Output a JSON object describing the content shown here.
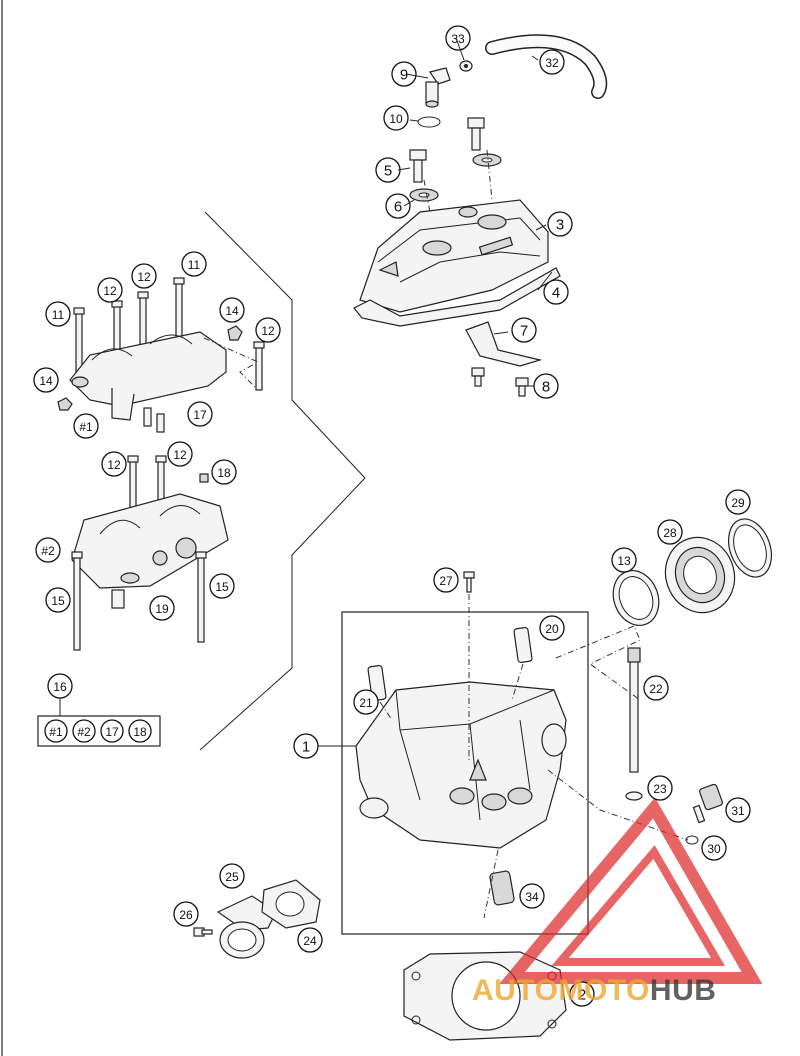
{
  "callouts": {
    "c1": "1",
    "c2": "2",
    "c3": "3",
    "c4": "4",
    "c5": "5",
    "c6": "6",
    "c7": "7",
    "c8": "8",
    "c9": "9",
    "c10": "10",
    "c11": "11",
    "c12": "12",
    "c13": "13",
    "c14": "14",
    "c15": "15",
    "c16": "16",
    "c17": "17",
    "c18": "18",
    "c19": "19",
    "c20": "20",
    "c21": "21",
    "c22": "22",
    "c23": "23",
    "c24": "24",
    "c25": "25",
    "c26": "26",
    "c27": "27",
    "c28": "28",
    "c29": "29",
    "c30": "30",
    "c31": "31",
    "c32": "32",
    "c33": "33",
    "c34": "34",
    "h1": "#1",
    "h2": "#2"
  },
  "kit_16": {
    "label": "16",
    "items": [
      "#1",
      "#2",
      "17",
      "18"
    ]
  },
  "watermark": {
    "brand_left": "AUTOMOTO",
    "brand_right": "HUB",
    "accent_color": "#e02a2a",
    "gold_color": "#f0a630",
    "dark_color": "#3a3a3a"
  }
}
